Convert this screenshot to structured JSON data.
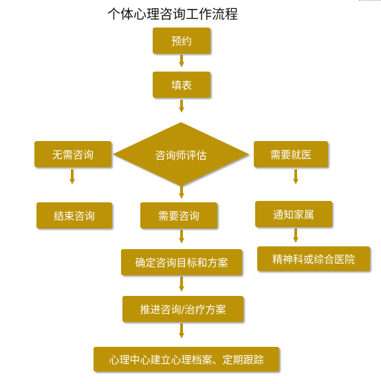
{
  "title": "个体心理咨询工作流程",
  "colors": {
    "node_fill": "#bc9307",
    "text": "#ffffff"
  },
  "nodes": {
    "appointment": "预约",
    "fill_form": "填表",
    "assessment": "咨询师评估",
    "no_need": "无需咨询",
    "need_medical": "需要就医",
    "end_consult": "结束咨询",
    "need_consult": "需要咨询",
    "notify_family": "通知家属",
    "set_goals": "确定咨询目标和方案",
    "hospital": "精神科或综合医院",
    "advance_plan": "推进咨询/治疗方案",
    "archive": "心理中心建立心理档案、定期跟踪"
  }
}
